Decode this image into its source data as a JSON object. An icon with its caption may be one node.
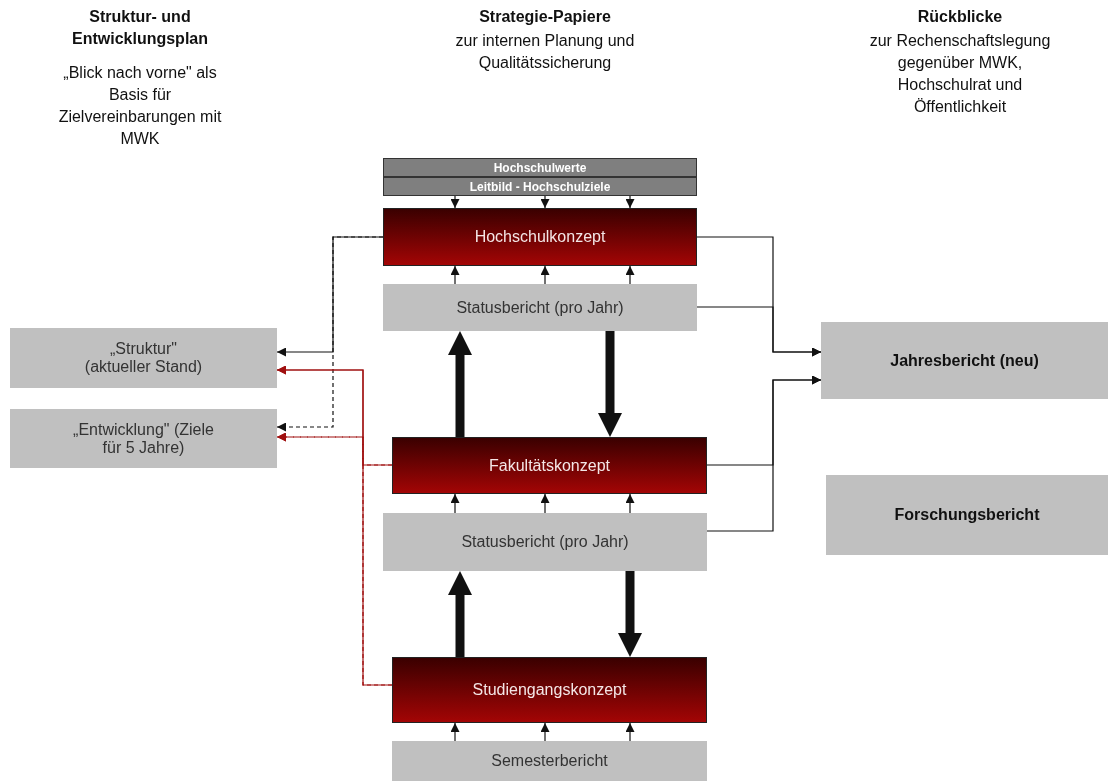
{
  "diagram": {
    "nodes": [
      {
        "text": [
          "Hochschulwerte"
        ]
      },
      {
        "text": [
          "Leitbild - Hochschulziele"
        ]
      },
      {
        "text": [
          "Hochschulkonzept"
        ]
      },
      {
        "text": [
          "Statusbericht (pro Jahr)"
        ]
      },
      {
        "text": [
          "„Struktur\" (aktueller Stand)"
        ]
      },
      {
        "text": [
          "„Entwicklung\" (Ziele für 5 Jahre)"
        ]
      },
      {
        "text": [
          "Fakultätskonzept"
        ]
      },
      {
        "text": [
          "Statusbericht (pro Jahr)"
        ]
      },
      {
        "text": [
          "Studiengangskonzept"
        ]
      },
      {
        "text": [
          "Semesterbericht"
        ]
      },
      {
        "text": [
          "Jahresbericht (neu)"
        ]
      },
      {
        "text": [
          "Forschungsbericht"
        ]
      }
    ],
    "edges": [
      {
        "from": 1,
        "to": 2,
        "arrow": "to"
      },
      {
        "from": 1,
        "to": 2,
        "arrow": "to"
      },
      {
        "from": 1,
        "to": 2,
        "arrow": "to"
      },
      {
        "from": 3,
        "to": 2,
        "arrow": "to"
      },
      {
        "from": 3,
        "to": 2,
        "arrow": "to"
      },
      {
        "from": 3,
        "to": 2,
        "arrow": "to"
      },
      {
        "from": 6,
        "to": 3,
        "arrow": "to",
        "style": "thick"
      },
      {
        "from": 3,
        "to": 6,
        "arrow": "to",
        "style": "thick"
      },
      {
        "from": 7,
        "to": 6,
        "arrow": "to"
      },
      {
        "from": 7,
        "to": 6,
        "arrow": "to"
      },
      {
        "from": 7,
        "to": 6,
        "arrow": "to"
      },
      {
        "from": 8,
        "to": 7,
        "arrow": "to",
        "style": "thick"
      },
      {
        "from": 7,
        "to": 8,
        "arrow": "to",
        "style": "thick"
      },
      {
        "from": 9,
        "to": 8,
        "arrow": "to"
      },
      {
        "from": 9,
        "to": 8,
        "arrow": "to"
      },
      {
        "from": 9,
        "to": 8,
        "arrow": "to"
      },
      {
        "from": 2,
        "to": 4,
        "arrow": "to"
      },
      {
        "from": 2,
        "to": 5,
        "arrow": "to",
        "style": "dashed"
      },
      {
        "from": 6,
        "to": 4,
        "arrow": "to",
        "color": "#a01010"
      },
      {
        "from": 8,
        "to": 4,
        "arrow": "to",
        "color": "#a01010"
      },
      {
        "from": 6,
        "to": 5,
        "arrow": "to",
        "style": "dashed",
        "color": "#a01010"
      },
      {
        "from": 8,
        "to": 5,
        "arrow": "to",
        "style": "dashed",
        "color": "#a01010"
      },
      {
        "from": 2,
        "to": 10,
        "arrow": "to"
      },
      {
        "from": 3,
        "to": 10,
        "arrow": "to"
      },
      {
        "from": 6,
        "to": 10,
        "arrow": "to"
      },
      {
        "from": 7,
        "to": 10,
        "arrow": "to"
      }
    ],
    "labels": [
      "Struktur- und Entwicklungsplan",
      "„Blick nach vorne\" als Basis für Zielvereinbarungen mit MWK",
      "Strategie-Papiere",
      "zur internen Planung und Qualitätssicherung",
      "Rückblicke",
      "zur Rechenschaftslegung gegenüber MWK, Hochschulrat und Öffentlichkeit"
    ]
  }
}
